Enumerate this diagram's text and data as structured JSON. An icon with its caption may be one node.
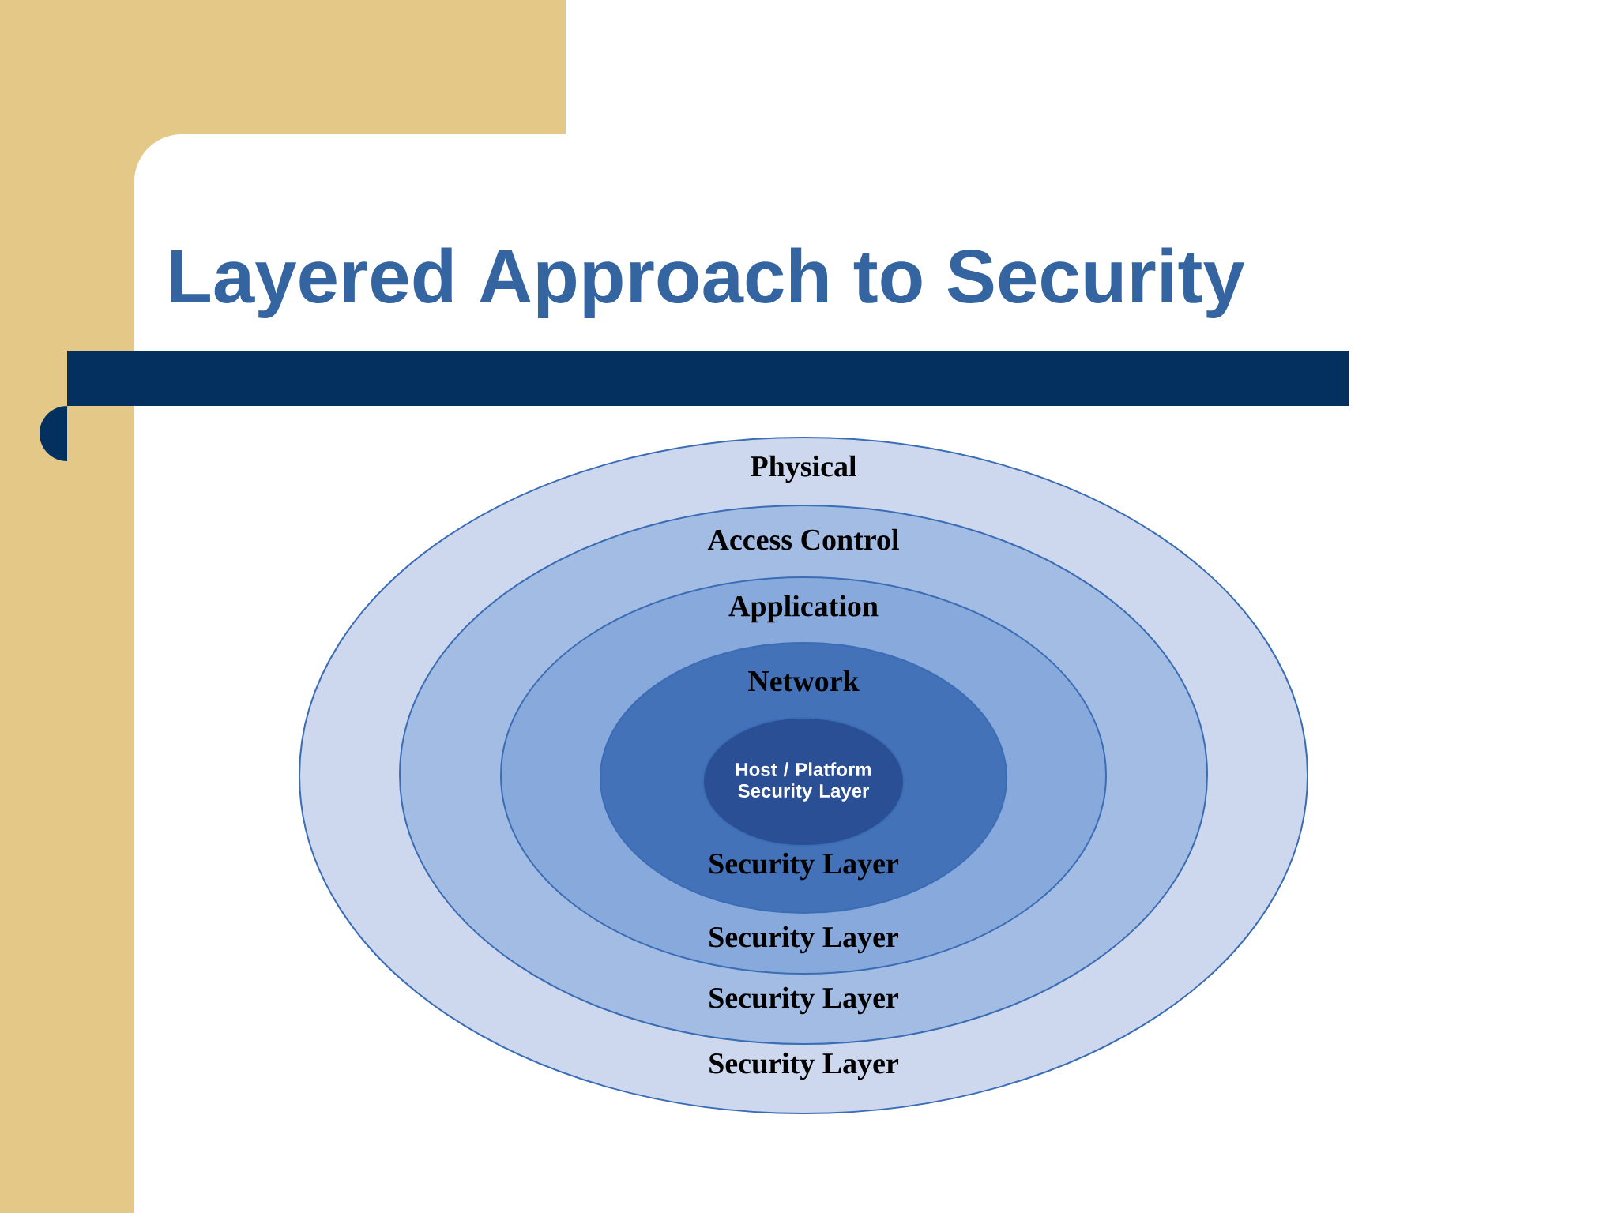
{
  "diagram": {
    "title": "Layered Approach to Security",
    "nodes": [
      {
        "text": [
          "Physical",
          "Security Layer"
        ]
      },
      {
        "text": [
          "Access Control",
          "Security Layer"
        ],
        "in": 0
      },
      {
        "text": [
          "Application",
          "Security Layer"
        ],
        "in": 1
      },
      {
        "text": [
          "Network",
          "Security Layer"
        ],
        "in": 2
      },
      {
        "text": [
          "Host / Platform Security Layer"
        ],
        "in": 3
      }
    ]
  }
}
